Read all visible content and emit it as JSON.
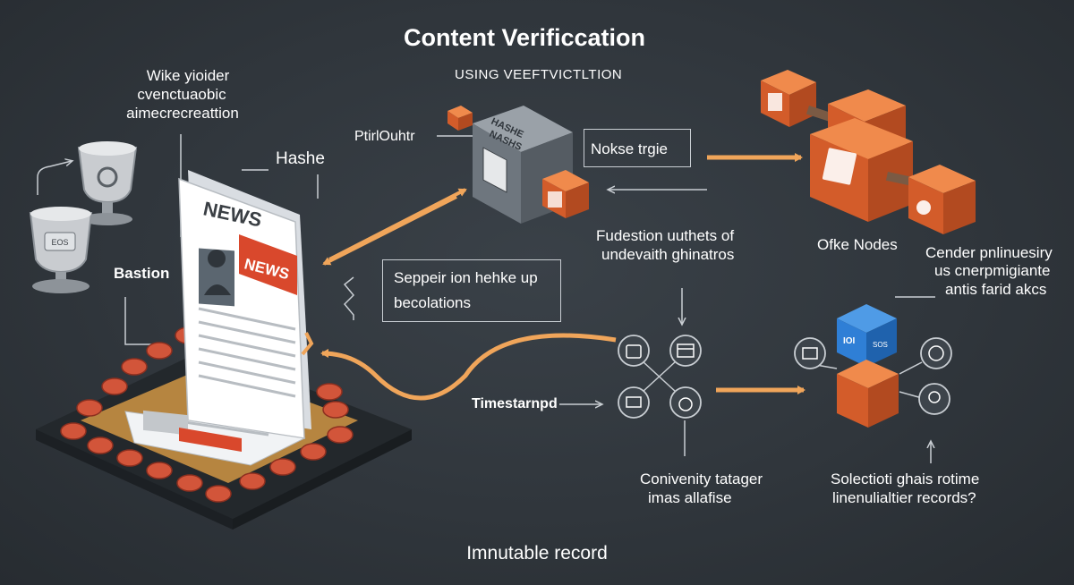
{
  "title": "Content Verificcation",
  "subtitle": "USING VEEFTVICTLTION",
  "labels": {
    "wike_line1": "Wike yioider",
    "wike_line2": "cvenctuaobic",
    "wike_line3": "aimecrecreattion",
    "hashe": "Hashe",
    "bastion": "Bastion",
    "ptirlouhtr": "PtirlOuhtr",
    "nokse_trgie": "Nokse trgie",
    "fudestion_line1": "Fudestion uuthets of",
    "fudestion_line2": "undevaith ghinatros",
    "sepper_line1": "Seppeir ion hehke up",
    "sepper_line2": "becolations",
    "timestamped": "Timestarnpd",
    "ofke_nodes": "Ofke Nodes",
    "cender_line1": "Cender pnlinuesiry",
    "cender_line2": "us cnerpmigiante",
    "cender_line3": "antis farid akcs",
    "conivenity_line1": "Conivenity tatager",
    "conivenity_line2": "imas allafise",
    "solectioti_line1": "Solectioti ghais rotime",
    "solectioti_line2": "linenulialtier records?",
    "immutable": "Imnutable record"
  },
  "artwork_text": {
    "news_header": "NEWS",
    "news_banner": "NEWS",
    "server_label_1": "HASHE",
    "server_label_2": "NASHS",
    "badge_eos": "EOS",
    "cube_ioi": "IOI",
    "cube_sos": "SOS"
  },
  "colors": {
    "background": "#30363c",
    "accent_orange": "#e1622f",
    "arrow_orange": "#f0a55a",
    "line_gray": "#c9ced3",
    "text": "#ffffff",
    "cube_blue": "#2f7fd6",
    "news_red": "#d9482c"
  },
  "icons": [
    "award-cup-icon",
    "paper-document-icon",
    "server-block-icon",
    "orange-cube-icon",
    "stopwatch-icon",
    "calendar-icon",
    "envelope-icon",
    "bomb-icon",
    "blue-block-icon",
    "basket-icon",
    "clock-icon",
    "lightbulb-icon",
    "coin-icon"
  ]
}
